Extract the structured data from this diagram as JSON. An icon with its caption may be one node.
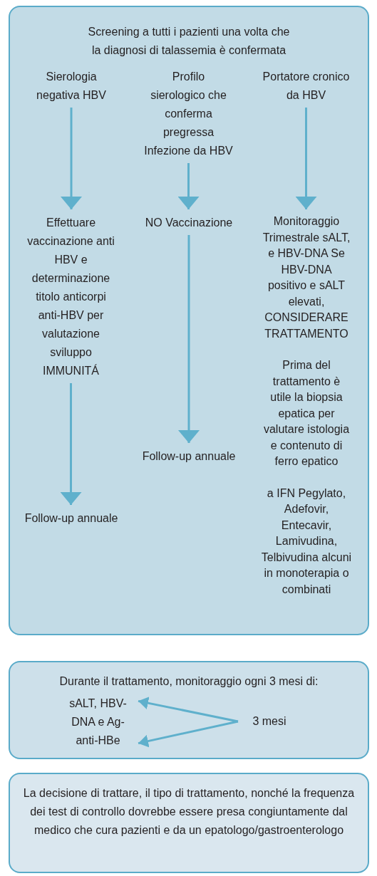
{
  "diagram": {
    "nodes": [
      {
        "text": [
          "Screening a tutti i pazienti una volta che la diagnosi di talassemia è confermata"
        ]
      },
      {
        "text": [
          "Sierologia negativa HBV"
        ],
        "in": 0
      },
      {
        "text": [
          "Profilo sierologico che conferma pregressa Infezione da HBV"
        ],
        "in": 0
      },
      {
        "text": [
          "Portatore cronico da HBV"
        ],
        "in": 0
      },
      {
        "text": [
          "Effettuare vaccinazione anti HBV e determinazione titolo anticorpi anti-HBV per valutazione sviluppo IMMUNITÁ"
        ],
        "in": 0
      },
      {
        "text": [
          "NO Vaccinazione"
        ],
        "in": 0
      },
      {
        "text": [
          "Monitoraggio Trimestrale sALT, e HBV-DNA Se HBV-DNA positivo e sALT elevati, CONSIDERARE TRATTAMENTO",
          "Prima del trattamento è utile la biopsia epatica per valutare istologia e contenuto di ferro epatico",
          "a IFN Pegylato, Adefovir, Entecavir, Lamivudina, Telbivudina alcuni in monoterapia o combinati"
        ],
        "in": 0
      },
      {
        "text": [
          "Follow-up annuale"
        ],
        "in": 0
      },
      {
        "text": [
          "Follow-up annuale"
        ],
        "in": 0
      },
      {
        "text": [
          "Durante il trattamento, monitoraggio ogni 3 mesi di:"
        ]
      },
      {
        "text": [
          "sALT, HBV-DNA e Ag-anti-HBe"
        ],
        "in": 9
      },
      {
        "text": [
          "3 mesi"
        ],
        "in": 9
      },
      {
        "text": [
          "La decisione di trattare, il tipo di trattamento, nonché la frequenza dei test di controllo dovrebbe essere presa congiuntamente dal medico che cura pazienti e da un epatologo/gastroenterologo"
        ]
      }
    ],
    "edges": [
      {
        "from": 1,
        "to": 4,
        "arrow": "to"
      },
      {
        "from": 2,
        "to": 5,
        "arrow": "to"
      },
      {
        "from": 3,
        "to": 6,
        "arrow": "to"
      },
      {
        "from": 4,
        "to": 8,
        "arrow": "to"
      },
      {
        "from": 5,
        "to": 7,
        "arrow": "to"
      },
      {
        "from": 11,
        "to": 10,
        "arrow": "to"
      },
      {
        "from": 11,
        "to": 10,
        "arrow": "to"
      }
    ]
  }
}
